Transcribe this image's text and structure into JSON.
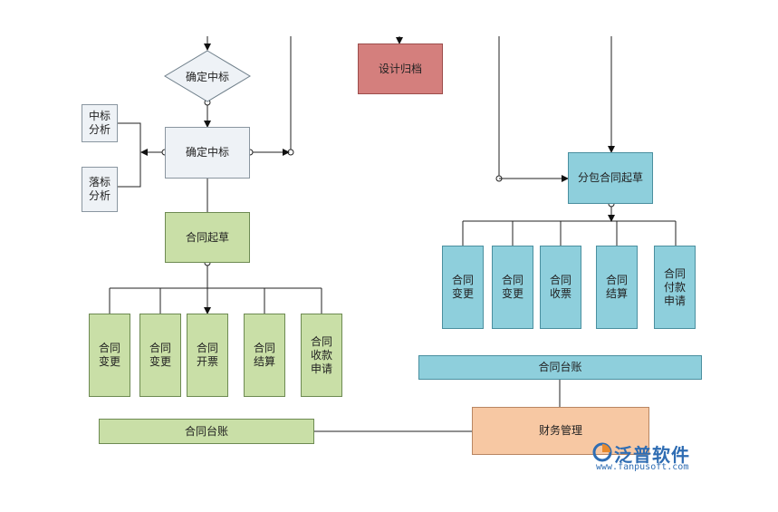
{
  "left": {
    "decision": "确定中标",
    "bid_win_analysis": "中标\n分析",
    "bid_lose_analysis": "落标\n分析",
    "confirm_box": "确定中标",
    "contract_draft": "合同起草",
    "children": [
      "合同\n变更",
      "合同\n变更",
      "合同\n开票",
      "合同\n结算",
      "合同\n收款\n申请"
    ],
    "ledger": "合同台账"
  },
  "right": {
    "design_archive": "设计归档",
    "subcontract_draft": "分包合同起草",
    "children": [
      "合同\n变更",
      "合同\n变更",
      "合同\n收票",
      "合同\n结算",
      "合同\n付款\n申请"
    ],
    "ledger": "合同台账",
    "finance": "财务管理"
  },
  "watermark": {
    "brand": "泛普软件",
    "url": "www.fanpusoft.com"
  },
  "colors": {
    "gray": "#eef2f6",
    "green": "#c9dfa7",
    "teal": "#8ecfdc",
    "red": "#d47f7d",
    "peach": "#f7c8a3",
    "brand": "#2f6db3"
  }
}
